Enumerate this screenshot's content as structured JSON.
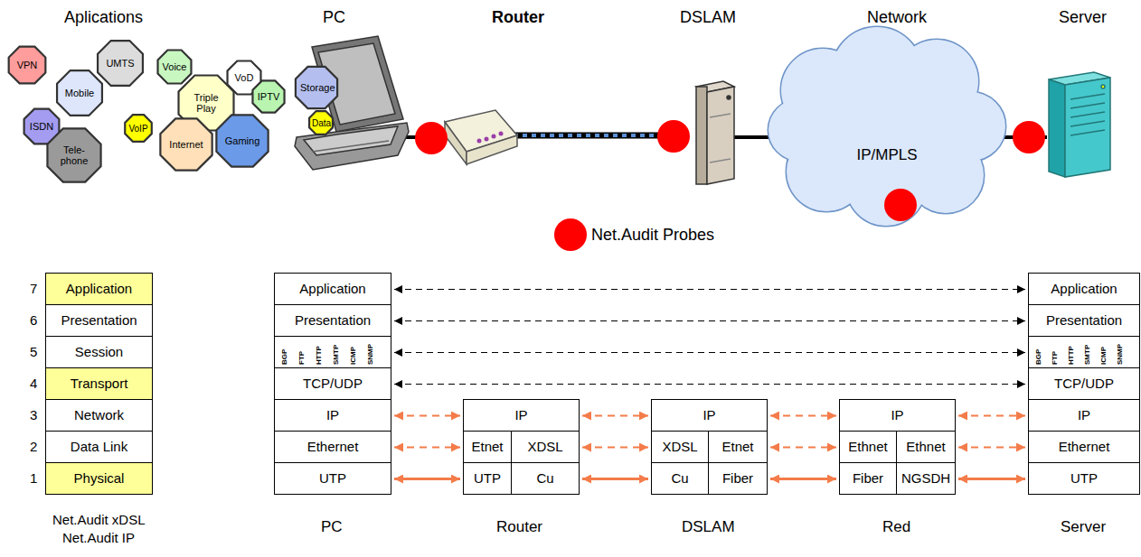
{
  "diagram": {
    "nodes": [
      {
        "text": [
          "VPN"
        ]
      },
      {
        "text": [
          "Mobile"
        ]
      },
      {
        "text": [
          "UMTS"
        ]
      },
      {
        "text": [
          "Voice"
        ]
      },
      {
        "text": [
          "VoD"
        ]
      },
      {
        "text": [
          "ISDN"
        ]
      },
      {
        "text": [
          "VoIP"
        ]
      },
      {
        "text": [
          "Triple Play"
        ]
      },
      {
        "text": [
          "IPTV"
        ]
      },
      {
        "text": [
          "Storage"
        ]
      },
      {
        "text": [
          "Data"
        ]
      },
      {
        "text": [
          "Internet"
        ]
      },
      {
        "text": [
          "Gaming"
        ]
      },
      {
        "text": [
          "Tele-phone"
        ]
      },
      {
        "text": [
          "IP/MPLS"
        ]
      },
      {
        "text": [
          "Application"
        ]
      },
      {
        "text": [
          "Presentation"
        ]
      },
      {
        "text": [
          "Session"
        ]
      },
      {
        "text": [
          "Transport"
        ]
      },
      {
        "text": [
          "Network"
        ]
      },
      {
        "text": [
          "Data Link"
        ]
      },
      {
        "text": [
          "Physical"
        ]
      },
      {
        "text": [
          "Application"
        ]
      },
      {
        "text": [
          "Presentation"
        ]
      },
      {
        "text": [
          "BGP",
          "FTP",
          "HTTP",
          "SMTP",
          "ICMP",
          "SNMP"
        ]
      },
      {
        "text": [
          "TCP/UDP"
        ]
      },
      {
        "text": [
          "IP"
        ]
      },
      {
        "text": [
          "Ethernet"
        ]
      },
      {
        "text": [
          "UTP"
        ]
      },
      {
        "text": [
          "IP"
        ]
      },
      {
        "text": [
          "Etnet"
        ]
      },
      {
        "text": [
          "XDSL"
        ]
      },
      {
        "text": [
          "UTP"
        ]
      },
      {
        "text": [
          "Cu"
        ]
      },
      {
        "text": [
          "IP"
        ]
      },
      {
        "text": [
          "XDSL"
        ]
      },
      {
        "text": [
          "Etnet"
        ]
      },
      {
        "text": [
          "Cu"
        ]
      },
      {
        "text": [
          "Fiber"
        ]
      },
      {
        "text": [
          "IP"
        ]
      },
      {
        "text": [
          "Ethnet"
        ]
      },
      {
        "text": [
          "Ethnet"
        ]
      },
      {
        "text": [
          "Fiber"
        ]
      },
      {
        "text": [
          "NGSDH"
        ]
      },
      {
        "text": [
          "Application"
        ]
      },
      {
        "text": [
          "Presentation"
        ]
      },
      {
        "text": [
          "BGP",
          "FTP",
          "HTTP",
          "SMTP",
          "ICMP",
          "SNMP"
        ]
      },
      {
        "text": [
          "TCP/UDP"
        ]
      },
      {
        "text": [
          "IP"
        ]
      },
      {
        "text": [
          "Ethernet"
        ]
      },
      {
        "text": [
          "UTP"
        ]
      }
    ],
    "edges": [
      {
        "from": 22,
        "to": 44,
        "arrow": "both"
      },
      {
        "from": 23,
        "to": 45,
        "arrow": "both"
      },
      {
        "from": 24,
        "to": 46,
        "arrow": "both"
      },
      {
        "from": 25,
        "to": 47,
        "arrow": "both"
      },
      {
        "from": 26,
        "to": 29,
        "arrow": "both"
      },
      {
        "from": 29,
        "to": 34,
        "arrow": "both"
      },
      {
        "from": 34,
        "to": 39,
        "arrow": "both"
      },
      {
        "from": 39,
        "to": 48,
        "arrow": "both"
      },
      {
        "from": 27,
        "to": 30,
        "arrow": "both"
      },
      {
        "from": 31,
        "to": 35,
        "arrow": "both"
      },
      {
        "from": 36,
        "to": 40,
        "arrow": "both"
      },
      {
        "from": 41,
        "to": 49,
        "arrow": "both"
      },
      {
        "from": 28,
        "to": 32,
        "arrow": "both"
      },
      {
        "from": 33,
        "to": 37,
        "arrow": "both"
      },
      {
        "from": 38,
        "to": 42,
        "arrow": "both"
      },
      {
        "from": 43,
        "to": 50,
        "arrow": "both"
      }
    ],
    "labels": [
      "Aplications",
      "PC",
      "Router",
      "DSLAM",
      "Network",
      "Server",
      "7",
      "6",
      "5",
      "4",
      "3",
      "2",
      "1",
      "Net.Audit xDSL",
      "Net.Audit IP",
      "PC",
      "Router",
      "DSLAM",
      "Red",
      "Server"
    ],
    "legend": [
      {
        "text": "Net.Audit Probes",
        "color": "#ff0000"
      }
    ]
  }
}
